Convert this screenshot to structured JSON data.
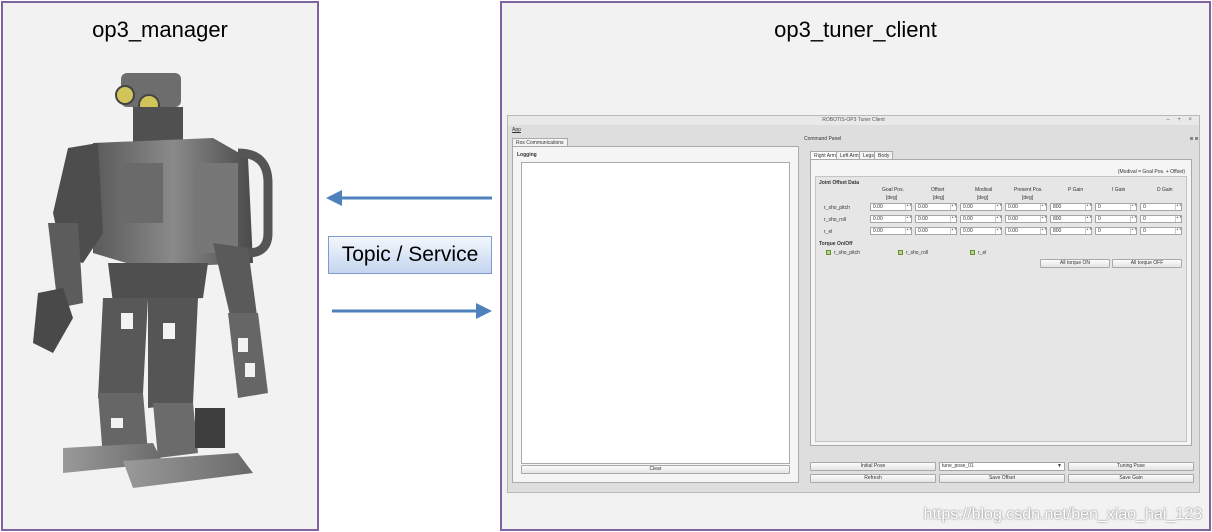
{
  "left_panel": {
    "title": "op3_manager"
  },
  "right_panel": {
    "title": "op3_tuner_client"
  },
  "connector": {
    "label": "Topic / Service"
  },
  "tuner": {
    "window_title": "ROBOTIS-OP3 Tuner Client",
    "window_buttons": "–  +  ×",
    "menu": "App",
    "left_tab": "Ros Communications",
    "logging_label": "Logging",
    "clear_button": "Clear",
    "command_panel_label": "Command Panel",
    "tabs": [
      "Right Arm",
      "Left Arm",
      "Legs",
      "Body"
    ],
    "formula": "(Modival = Goal Pos. + Offset)",
    "joint_offset_title": "Joint Offset Data",
    "columns": [
      "Goal Pos.",
      "Offset",
      "Modival",
      "Present Pos.",
      "P Gain",
      "I Gain",
      "D Gain"
    ],
    "units": [
      "[deg]",
      "[deg]",
      "[deg]",
      "[deg]"
    ],
    "rows": [
      {
        "name": "r_sho_pitch",
        "values": [
          "0.00",
          "0.00",
          "0.00",
          "0.00",
          "800",
          "0",
          "0"
        ]
      },
      {
        "name": "r_sho_roll",
        "values": [
          "0.00",
          "0.00",
          "0.00",
          "0.00",
          "800",
          "0",
          "0"
        ]
      },
      {
        "name": "r_el",
        "values": [
          "0.00",
          "0.00",
          "0.00",
          "0.00",
          "800",
          "0",
          "0"
        ]
      }
    ],
    "torque_title": "Torque On/Off",
    "torque_items": [
      "r_sho_pitch",
      "r_sho_roll",
      "r_el"
    ],
    "all_torque_on": "All torque ON",
    "all_torque_off": "All torque OFF",
    "initial_pose_button": "Initial Pose",
    "pose_select": "tune_pose_01",
    "tuning_pose_button": "Tuning Pose",
    "refresh_button": "Refresh",
    "save_offset_button": "Save Offset",
    "save_gain_button": "Save Gain"
  },
  "watermark": "https://blog.csdn.net/ben_xiao_hai_123",
  "colors": {
    "panel_border": "#8064a2",
    "arrow": "#4f81bd",
    "label_border": "#7e9cc9"
  }
}
